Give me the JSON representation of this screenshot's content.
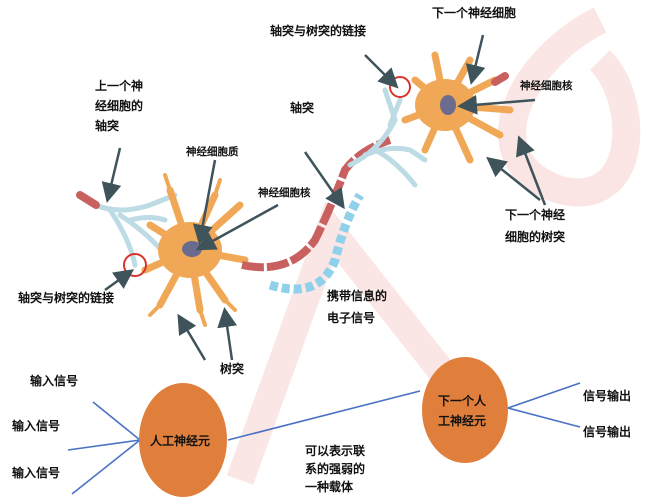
{
  "colors": {
    "soma": "#f0a856",
    "nucleus": "#6b6b8e",
    "axon": "#c8605f",
    "dendrite_blue": "#bcdbe4",
    "arrow": "#3e545a",
    "circle": "#d9342b",
    "node": "#e07f3c",
    "line": "#4a72c4",
    "signal": "#8fd0ea"
  },
  "bio": {
    "prev_axon": [
      "上一个神",
      "经细胞的",
      "轴突"
    ],
    "cytoplasm": "神经细胞质",
    "nucleus_left": "神经细胞核",
    "synapse_top": "轴突与树突的链接",
    "next_neuron": "下一个神经细胞",
    "nucleus_right": "神经细胞核",
    "axon": "轴突",
    "next_dendrite": [
      "下一个神经",
      "细胞的树突"
    ],
    "synapse_bottom": "轴突与树突的链接",
    "signal": [
      "携带信息的",
      "电子信号"
    ],
    "dendrite": "树突"
  },
  "ann": {
    "inputs": [
      "输入信号",
      "输入信号",
      "输入信号"
    ],
    "neuron": "人工神经元",
    "next_neuron": [
      "下一个人",
      "工神经元"
    ],
    "outputs": [
      "信号输出",
      "信号输出"
    ],
    "weight": [
      "可以表示联",
      "系的强弱的",
      "一种载体"
    ]
  }
}
